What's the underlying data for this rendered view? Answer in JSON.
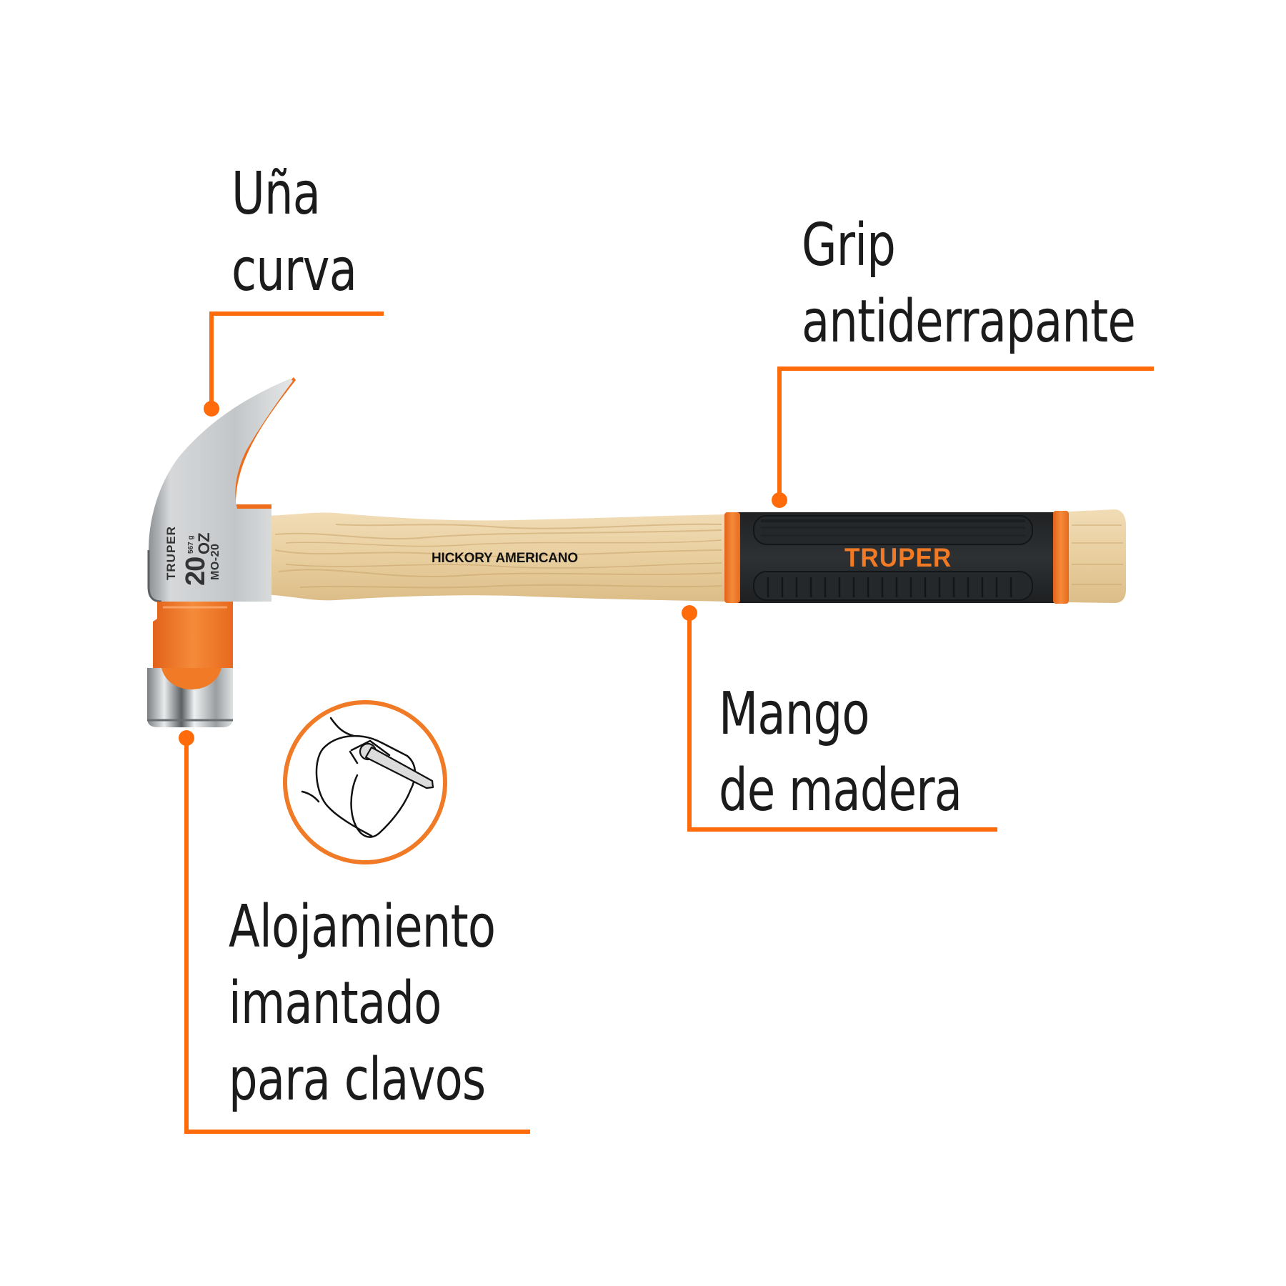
{
  "colors": {
    "accent": "#ff6b0a",
    "text": "#1b1b1b",
    "orange_coating": "#f07a25",
    "grip_black": "#2a2c2e",
    "wood": "#e8cfa4",
    "steel": "#c9ccce",
    "background": "#ffffff"
  },
  "callouts": {
    "claw": {
      "lines": [
        "Uña",
        "curva"
      ]
    },
    "grip": {
      "lines": [
        "Grip",
        "antiderrapante"
      ]
    },
    "handle": {
      "lines": [
        "Mango",
        "de madera"
      ]
    },
    "magnet": {
      "lines": [
        "Alojamiento",
        "imantado",
        "para clavos"
      ]
    }
  },
  "product": {
    "handle_marking": "HICKORY AMERICANO",
    "grip_brand": "TRUPER",
    "head_brand": "TRUPER",
    "weight_oz": "20",
    "weight_unit": "OZ",
    "weight_grams": "567 g",
    "model": "MO-20"
  },
  "icons": {
    "magnet_nail_holder": "magnet-nail-holder-icon",
    "callout_dot": "callout-dot-icon"
  }
}
